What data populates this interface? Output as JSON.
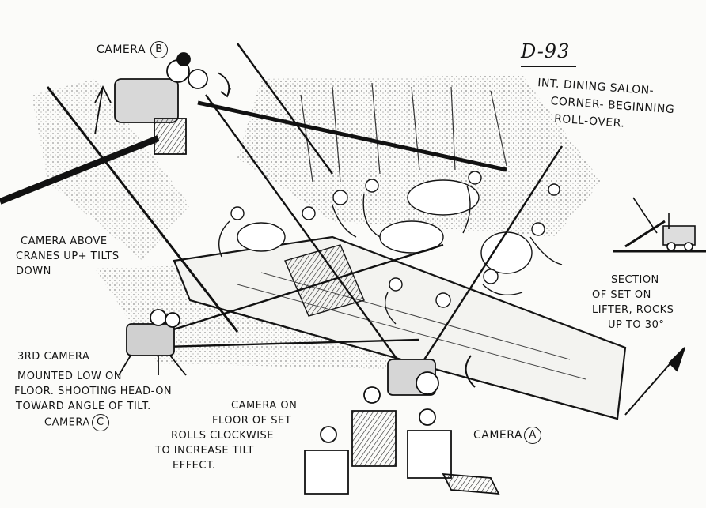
{
  "board": {
    "id": "D-93",
    "title_lines": [
      "INT. DINING SALON-",
      "CORNER- BEGINNING",
      "ROLL-OVER."
    ]
  },
  "camera_b": {
    "label": "CAMERA",
    "letter": "B"
  },
  "camera_above_note": [
    "CAMERA ABOVE",
    "CRANES UP+ TILTS",
    "DOWN"
  ],
  "third_camera_note": [
    "3RD CAMERA",
    "MOUNTED LOW ON",
    "FLOOR. SHOOTING HEAD-ON",
    "TOWARD ANGLE OF TILT.",
    "CAMERA",
    "C"
  ],
  "floor_camera_note": [
    "CAMERA ON",
    "FLOOR OF SET",
    "ROLLS CLOCKWISE",
    "TO INCREASE TILT",
    "EFFECT."
  ],
  "camera_a": {
    "label": "CAMERA",
    "letter": "A"
  },
  "lifter_note": [
    "SECTION",
    "OF SET ON",
    "LIFTER, ROCKS",
    "UP TO 30°"
  ]
}
